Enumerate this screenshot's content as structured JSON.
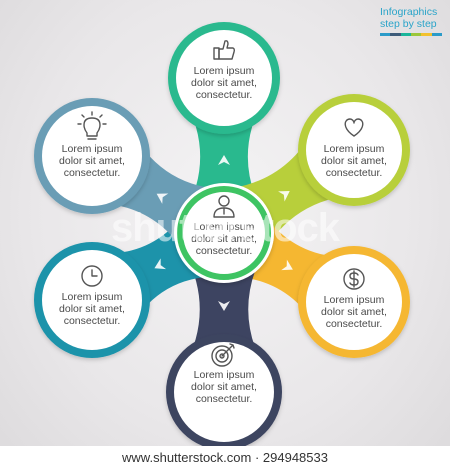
{
  "brand": {
    "line1": "Infographics",
    "line2": "step by step",
    "bar_colors": [
      "#2b9bc9",
      "#3e5c7a",
      "#1ab59a",
      "#9cc63a",
      "#f2c12e",
      "#2b9bc9"
    ]
  },
  "colors": {
    "top": "#29b98e",
    "top_right": "#b8cf3b",
    "bottom_right": "#f5b731",
    "bottom": "#3d4461",
    "bottom_left": "#1d93aa",
    "top_left": "#6a9db5",
    "center_ring": "#3ec463"
  },
  "nodes": [
    {
      "id": "top",
      "icon": "thumbs-up-icon",
      "lines": [
        "Lorem ipsum",
        "dolor sit amet,",
        "consectetur."
      ]
    },
    {
      "id": "top_right",
      "icon": "heart-icon",
      "lines": [
        "Lorem ipsum",
        "dolor sit amet,",
        "consectetur."
      ]
    },
    {
      "id": "bottom_right",
      "icon": "dollar-icon",
      "lines": [
        "Lorem ipsum",
        "dolor sit amet,",
        "consectetur."
      ]
    },
    {
      "id": "bottom",
      "icon": "target-icon",
      "lines": [
        "Lorem ipsum",
        "dolor sit amet,",
        "consectetur."
      ]
    },
    {
      "id": "bottom_left",
      "icon": "clock-icon",
      "lines": [
        "Lorem ipsum",
        "dolor sit amet,",
        "consectetur."
      ]
    },
    {
      "id": "top_left",
      "icon": "lightbulb-icon",
      "lines": [
        "Lorem ipsum",
        "dolor sit amet,",
        "consectetur."
      ]
    },
    {
      "id": "center",
      "icon": "person-icon",
      "lines": [
        "Lorem ipsum",
        "dolor sit amet,",
        "consectetur."
      ]
    }
  ],
  "watermark": "shutterstock",
  "footer": "www.shutterstock.com · 294948533"
}
